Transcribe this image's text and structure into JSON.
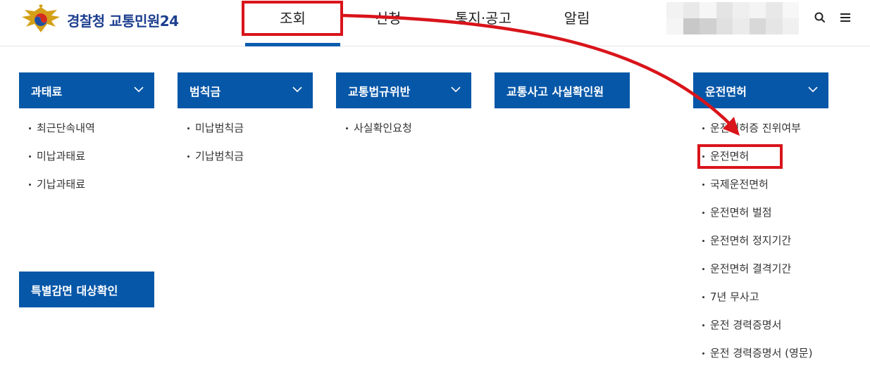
{
  "header": {
    "logo_text": "경찰청 교통민원24",
    "nav": [
      {
        "label": "조회"
      },
      {
        "label": "신청"
      },
      {
        "label": "통지·공고"
      },
      {
        "label": "알림"
      }
    ],
    "icons": [
      "search-icon",
      "menu-icon"
    ]
  },
  "menu": {
    "columns": [
      {
        "title": "과태료",
        "items": [
          "최근단속내역",
          "미납과태료",
          "기납과태료"
        ]
      },
      {
        "title": "범칙금",
        "items": [
          "미납범칙금",
          "기납범칙금"
        ]
      },
      {
        "title": "교통법규위반",
        "items": [
          "사실확인요청"
        ]
      },
      {
        "title": "교통사고 사실확인원",
        "items": []
      },
      {
        "title": "운전면허",
        "items": [
          "운전면허증 진위여부",
          "운전면허",
          "국제운전면허",
          "운전면허 벌점",
          "운전면허 정지기간",
          "운전면허 결격기간",
          "7년 무사고",
          "운전 경력증명서",
          "운전 경력증명서 (영문)"
        ]
      }
    ],
    "extra": {
      "title": "특별감면 대상확인"
    }
  },
  "colors": {
    "brand_blue": "#0657a8",
    "annotation_red": "#d9141b",
    "logo_text": "#1d3f8f"
  }
}
